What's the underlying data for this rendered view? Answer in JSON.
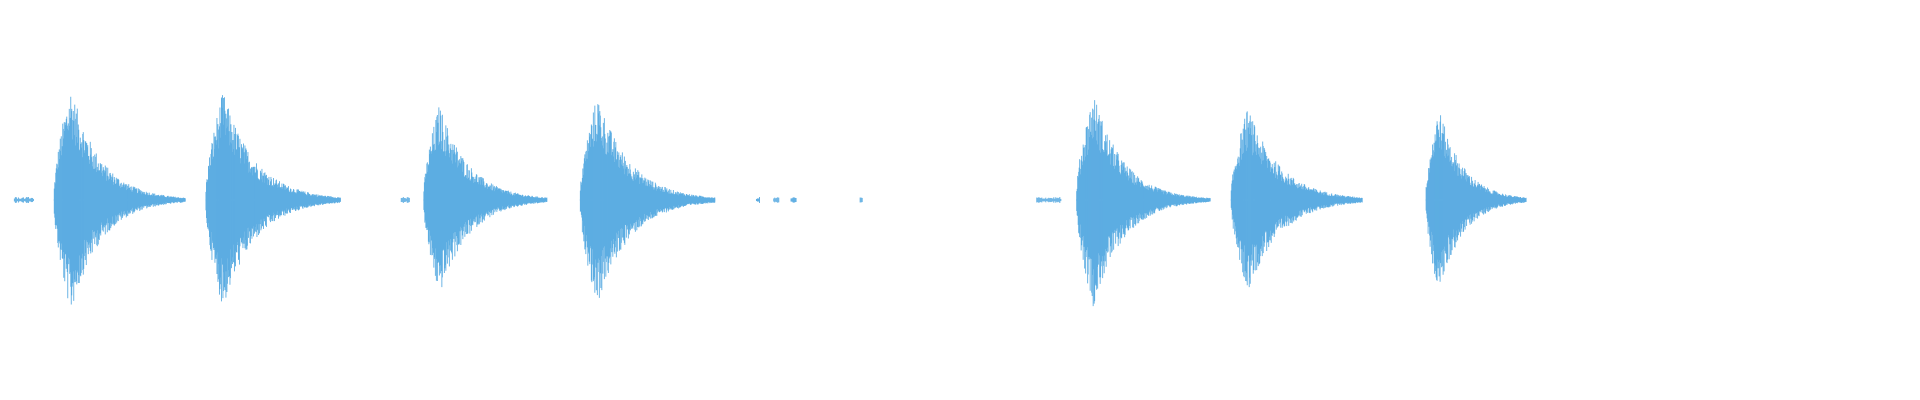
{
  "waveform": {
    "color": "#5dade2",
    "background": "#ffffff",
    "segments": [
      {
        "kind": "burst",
        "start_s": 0.56,
        "end_s": 1.93,
        "peak": 0.98,
        "decay_s": 1.1,
        "tail": 0.06
      },
      {
        "kind": "burst",
        "start_s": 2.14,
        "end_s": 3.55,
        "peak": 0.94,
        "decay_s": 1.2,
        "tail": 0.06
      },
      {
        "kind": "burst",
        "start_s": 4.41,
        "end_s": 5.7,
        "peak": 0.83,
        "decay_s": 1.1,
        "tail": 0.05
      },
      {
        "kind": "burst",
        "start_s": 6.04,
        "end_s": 7.45,
        "peak": 0.91,
        "decay_s": 1.2,
        "tail": 0.05
      },
      {
        "kind": "burst",
        "start_s": 11.21,
        "end_s": 12.61,
        "peak": 0.93,
        "decay_s": 1.1,
        "tail": 0.05
      },
      {
        "kind": "burst",
        "start_s": 12.82,
        "end_s": 14.19,
        "peak": 0.8,
        "decay_s": 1.2,
        "tail": 0.09
      },
      {
        "kind": "burst",
        "start_s": 14.85,
        "end_s": 15.9,
        "peak": 0.81,
        "decay_s": 0.9,
        "tail": 0.09
      }
    ],
    "noise": [
      {
        "start_s": 0.15,
        "end_s": 0.35
      },
      {
        "start_s": 4.18,
        "end_s": 4.27
      },
      {
        "start_s": 7.88,
        "end_s": 7.92
      },
      {
        "start_s": 8.06,
        "end_s": 8.12
      },
      {
        "start_s": 8.24,
        "end_s": 8.3
      },
      {
        "start_s": 8.96,
        "end_s": 8.99
      },
      {
        "start_s": 10.8,
        "end_s": 11.05
      }
    ],
    "duration_s": 20.0
  }
}
